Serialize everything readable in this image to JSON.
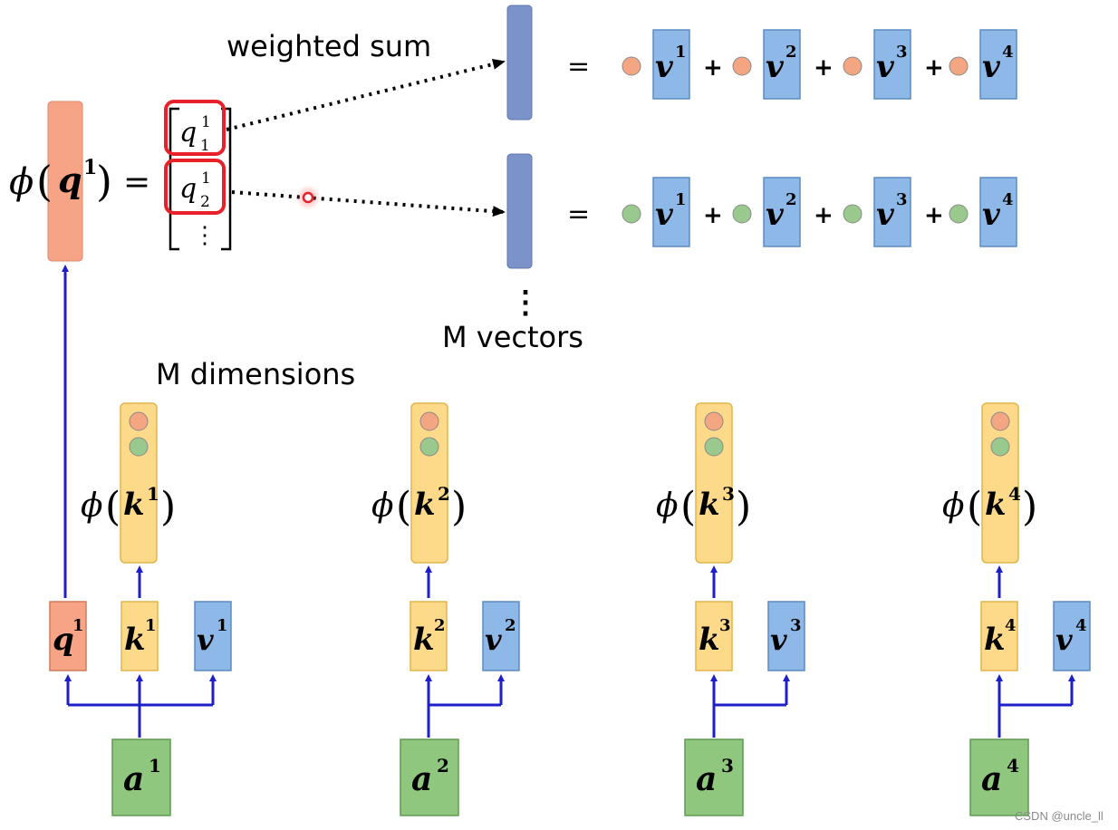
{
  "labels": {
    "weighted_sum": "weighted sum",
    "m_vectors": "M vectors",
    "m_dimensions": "M dimensions",
    "equals": "=",
    "plus": "+",
    "vdots": "⋮",
    "watermark": "CSDN @uncle_ll"
  },
  "phi_q": {
    "phi": "ϕ",
    "open": "(",
    "close": ")",
    "letter": "q",
    "sup": "1",
    "equals": "="
  },
  "q_entries": [
    {
      "letter": "q",
      "sup": "1",
      "sub": "1"
    },
    {
      "letter": "q",
      "sup": "1",
      "sub": "2"
    }
  ],
  "columns": [
    {
      "index": "1",
      "has_q": true
    },
    {
      "index": "2",
      "has_q": false
    },
    {
      "index": "3",
      "has_q": false
    },
    {
      "index": "4",
      "has_q": false
    }
  ],
  "letters": {
    "q": "q",
    "k": "k",
    "v": "v",
    "a": "a",
    "phi": "ϕ"
  },
  "sum_rows": [
    {
      "dot_color": "#f4a582",
      "terms": [
        "1",
        "2",
        "3",
        "4"
      ]
    },
    {
      "dot_color": "#99c98c",
      "terms": [
        "1",
        "2",
        "3",
        "4"
      ]
    }
  ],
  "colors": {
    "query": "#f7a386",
    "key": "#fdd98a",
    "value": "#8db8e8",
    "input": "#8fc77f",
    "output_vector": "#7c93c9",
    "arrow": "#1f1fc8",
    "highlight": "#e8202a",
    "dot_orange": "#f4a582",
    "dot_green": "#99c98c"
  }
}
